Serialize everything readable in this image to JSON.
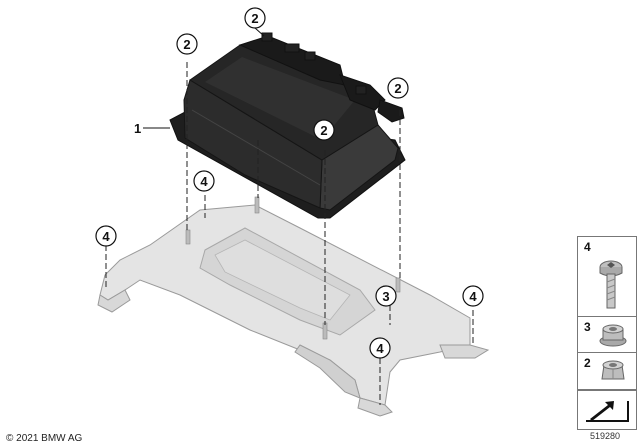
{
  "copyright": "© 2021 BMW AG",
  "diagram_number": "519280",
  "callouts": {
    "c1": "1",
    "c2a": "2",
    "c2b": "2",
    "c2c": "2",
    "c2d": "2",
    "c3": "3",
    "c4a": "4",
    "c4b": "4",
    "c4c": "4",
    "c4d": "4"
  },
  "legend": [
    {
      "number": "4",
      "part": "bolt-icon"
    },
    {
      "number": "3",
      "part": "flange-nut-icon"
    },
    {
      "number": "2",
      "part": "hex-nut-icon"
    }
  ],
  "colors": {
    "module_dark": "#2a2a2a",
    "module_mid": "#3d3d3d",
    "bracket": "#e3e3e3",
    "bracket_edge": "#9a9a9a"
  }
}
